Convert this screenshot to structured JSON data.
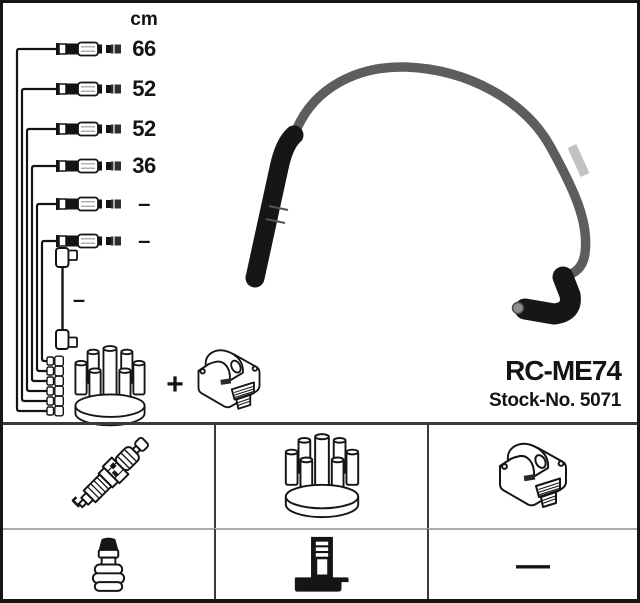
{
  "product": {
    "code": "RC-ME74",
    "stock_no": "Stock-No. 5071"
  },
  "schematic": {
    "unit_label": "cm",
    "lead_lengths": [
      "66",
      "52",
      "52",
      "36",
      "–",
      "–"
    ],
    "coil_lead_length": "–",
    "plus_label": "+",
    "icons": [
      "distributor-cap",
      "ignition-coil"
    ]
  },
  "photo": {
    "subject": "ignition-lead-cable",
    "cable_color": "#5d5d5d",
    "boot_color": "#161616"
  },
  "table": {
    "row1_icons": [
      "spark-plug",
      "distributor-cap",
      "ignition-coil"
    ],
    "row2_icons": [
      "plug-terminal-nipple",
      "coil-tower-connector",
      "dash"
    ],
    "row2_dash": "—"
  },
  "colors": {
    "ink": "#141414",
    "background": "#ffffff"
  }
}
